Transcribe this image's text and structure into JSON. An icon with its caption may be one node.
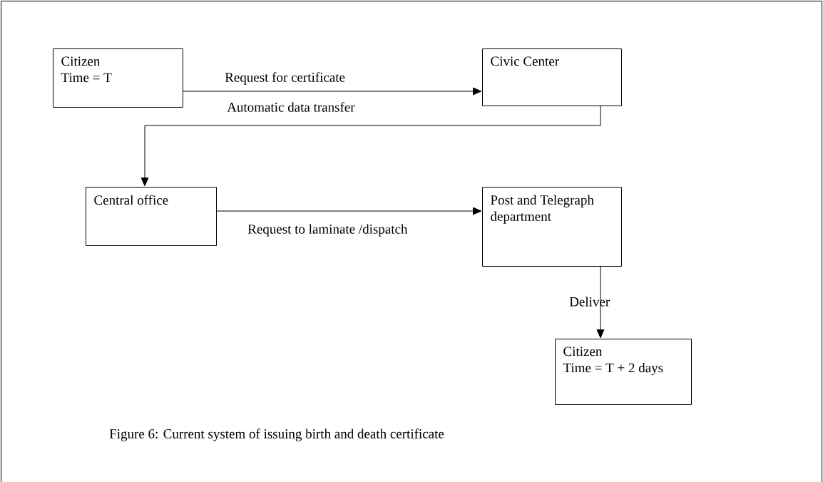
{
  "diagram": {
    "caption": "Figure 6: Current system of issuing birth and death certificate",
    "nodes": [
      {
        "text": [
          "Citizen",
          "Time = T"
        ]
      },
      {
        "text": [
          "Civic Center"
        ]
      },
      {
        "text": [
          "Central office"
        ]
      },
      {
        "text": [
          "Post and Telegraph department"
        ]
      },
      {
        "text": [
          "Citizen",
          "Time = T + 2 days"
        ]
      }
    ],
    "edges": [
      {
        "from": 0,
        "to": 1,
        "arrow": "to",
        "label": "Request for certificate"
      },
      {
        "from": 1,
        "to": 2,
        "arrow": "to",
        "label": "Automatic data transfer"
      },
      {
        "from": 2,
        "to": 3,
        "arrow": "to",
        "label": "Request to laminate /dispatch"
      },
      {
        "from": 3,
        "to": 4,
        "arrow": "to",
        "label": "Deliver"
      }
    ]
  }
}
